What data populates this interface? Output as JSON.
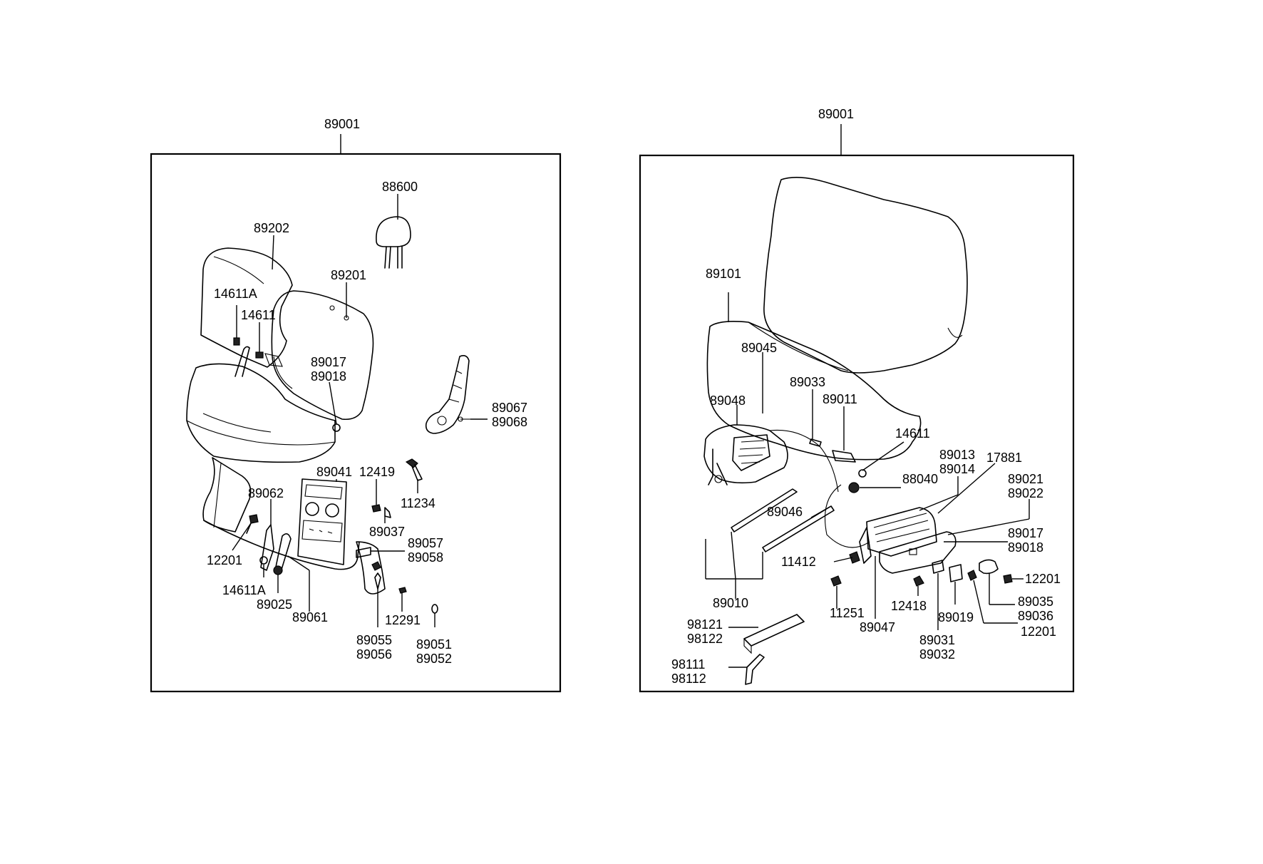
{
  "left_panel": {
    "assembly": "89001",
    "labels": {
      "p88600": "88600",
      "p89202": "89202",
      "p89201": "89201",
      "p14611A_top": "14611A",
      "p14611_top": "14611",
      "p89017": "89017",
      "p89018": "89018",
      "p89067": "89067",
      "p89068": "89068",
      "p89041": "89041",
      "p12419": "12419",
      "p11234": "11234",
      "p89062": "89062",
      "p89037": "89037",
      "p89057": "89057",
      "p89058": "89058",
      "p12201": "12201",
      "p14611A_bot": "14611A",
      "p89025": "89025",
      "p89061": "89061",
      "p12291": "12291",
      "p89055": "89055",
      "p89056": "89056",
      "p89051": "89051",
      "p89052": "89052"
    }
  },
  "right_panel": {
    "assembly": "89001",
    "labels": {
      "p89101": "89101",
      "p89045": "89045",
      "p89033": "89033",
      "p89048": "89048",
      "p89011": "89011",
      "p14611": "14611",
      "p89013": "89013",
      "p89014": "89014",
      "p17881": "17881",
      "p88040": "88040",
      "p89021": "89021",
      "p89022": "89022",
      "p89046": "89046",
      "p89017": "89017",
      "p89018": "89018",
      "p11412": "11412",
      "p12201_a": "12201",
      "p89010": "89010",
      "p11251": "11251",
      "p12418": "12418",
      "p89019": "89019",
      "p89035": "89035",
      "p89036": "89036",
      "p89047": "89047",
      "p12201_b": "12201",
      "p89031": "89031",
      "p89032": "89032",
      "p98121": "98121",
      "p98122": "98122",
      "p98111": "98111",
      "p98112": "98112"
    }
  }
}
